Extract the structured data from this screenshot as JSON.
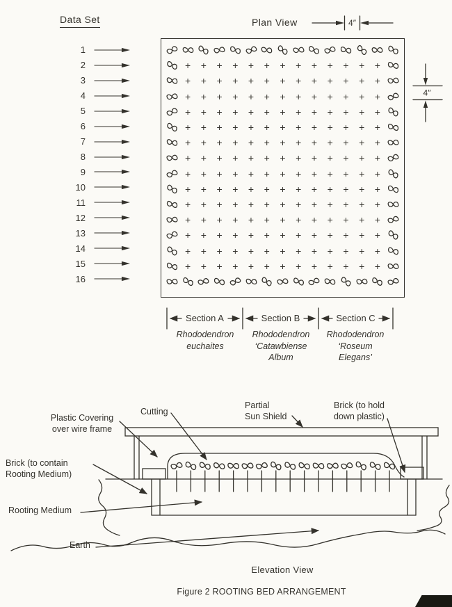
{
  "colors": {
    "paper": "#fbfaf6",
    "ink": "#34322c"
  },
  "plan_view": {
    "data_set_heading": "Data Set",
    "data_set_numbers": [
      "1",
      "2",
      "3",
      "4",
      "5",
      "6",
      "7",
      "8",
      "9",
      "10",
      "11",
      "12",
      "13",
      "14",
      "15",
      "16"
    ],
    "title": "Plan View",
    "top_dimension": "4″",
    "right_dimension": "4″",
    "grid_legend": {
      "C": "rhododendron cutting symbol",
      "P": "empty grid position marker"
    },
    "grid_rows": [
      "CCCCCCCCCCCCCCC",
      "CPPPPPPPPPPPPPC",
      "CPPPPPPPPPPPPPC",
      "CPPPPPPPPPPPPPC",
      "CPPPPPPPPPPPPPC",
      "CPPPPPPPPPPPPPC",
      "CPPPPPPPPPPPPPC",
      "CPPPPPPPPPPPPPC",
      "CPPPPPPPPPPPPPC",
      "CPPPPPPPPPPPPPC",
      "CPPPPPPPPPPPPPC",
      "CPPPPPPPPPPPPPC",
      "CPPPPPPPPPPPPPC",
      "CPPPPPPPPPPPPPC",
      "CPPPPPPPPPPPPPC",
      "CCCCCCCCCCCCCCC"
    ],
    "sections": [
      {
        "label": "Section A",
        "species": "Rhododendron\neuchaites"
      },
      {
        "label": "Section B",
        "species": "Rhododendron\n‘Catawbiense\nAlbum"
      },
      {
        "label": "Section C",
        "species": "Rhododendron\n‘Roseum\nElegans’"
      }
    ]
  },
  "elevation_view": {
    "cutting_count": 16,
    "labels": {
      "plastic_covering": "Plastic Covering\nover wire frame",
      "cutting": "Cutting",
      "partial_sun_shield": "Partial\nSun Shield",
      "brick_hold": "Brick (to hold\ndown plastic)",
      "brick_contain": "Brick (to contain\nRooting Medium)",
      "rooting_medium": "Rooting Medium",
      "earth": "Earth"
    },
    "title": "Elevation View"
  },
  "figure_caption": "Figure 2 ROOTING BED ARRANGEMENT"
}
